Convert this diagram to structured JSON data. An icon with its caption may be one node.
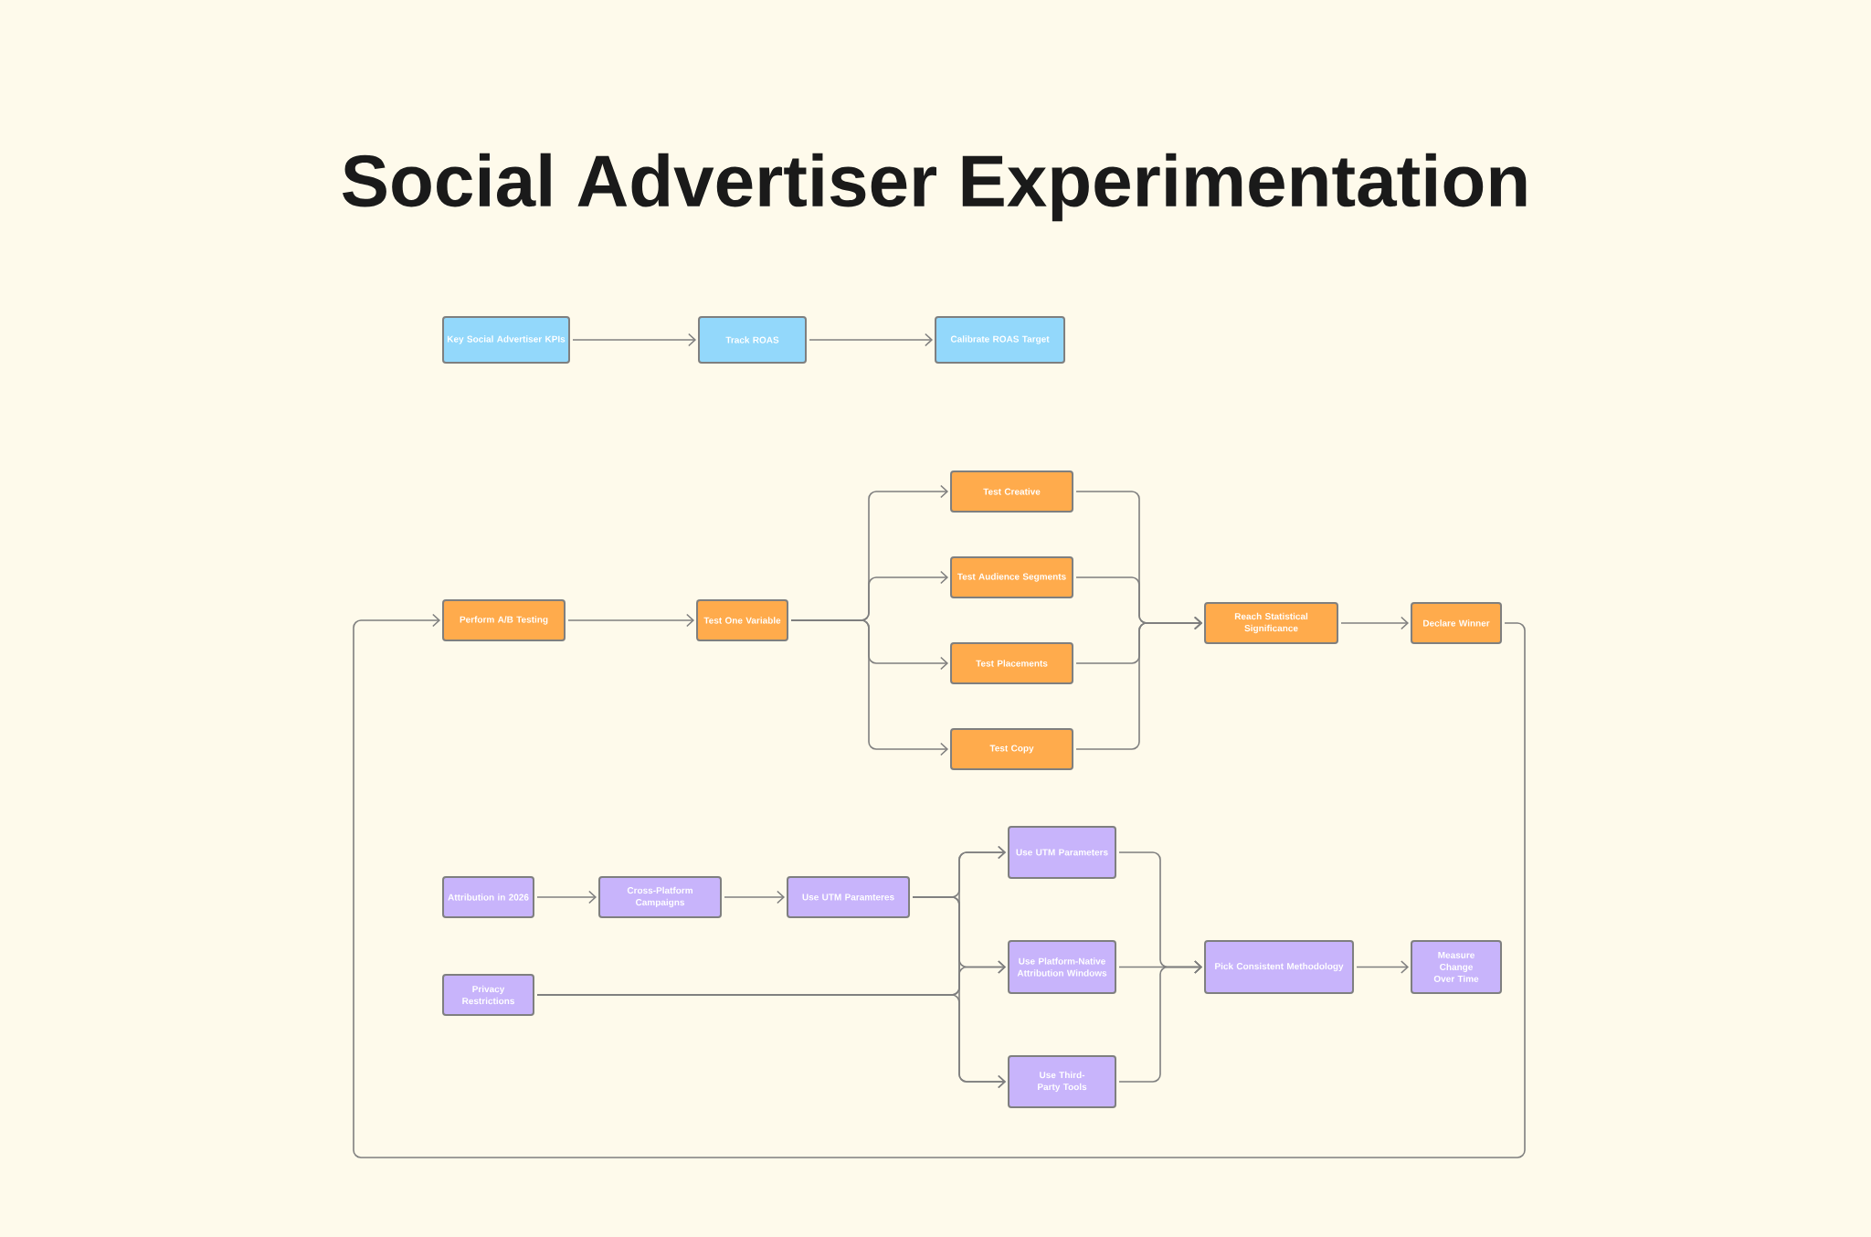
{
  "diagram": {
    "title": "Social Advertiser Experimentation",
    "nodes": [
      {
        "text": [
          "Key Social Advertiser KPIs"
        ]
      },
      {
        "text": [
          "Track ROAS"
        ]
      },
      {
        "text": [
          "Calibrate ROAS Target"
        ]
      },
      {
        "text": [
          "Perform A/B Testing"
        ]
      },
      {
        "text": [
          "Test One Variable"
        ]
      },
      {
        "text": [
          "Test Creative"
        ]
      },
      {
        "text": [
          "Test Audience Segments"
        ]
      },
      {
        "text": [
          "Test Placements"
        ]
      },
      {
        "text": [
          "Test Copy"
        ]
      },
      {
        "text": [
          "Reach Statistical Significance"
        ]
      },
      {
        "text": [
          "Declare Winner"
        ]
      },
      {
        "text": [
          "Attribution in 2026"
        ]
      },
      {
        "text": [
          "Cross-Platform Campaigns"
        ]
      },
      {
        "text": [
          "Use UTM Paramteres"
        ]
      },
      {
        "text": [
          "Privacy Restrictions"
        ]
      },
      {
        "text": [
          "Use UTM Parameters"
        ]
      },
      {
        "text": [
          "Use Platform-Native Attribution Windows"
        ]
      },
      {
        "text": [
          "Use Third-Party Tools"
        ]
      },
      {
        "text": [
          "Pick Consistent Methodology"
        ]
      },
      {
        "text": [
          "Measure Change Over Time"
        ]
      }
    ],
    "edges": [
      {
        "from": 0,
        "to": 1,
        "arrow": "to"
      },
      {
        "from": 1,
        "to": 2,
        "arrow": "to"
      },
      {
        "from": 3,
        "to": 4,
        "arrow": "to"
      },
      {
        "from": 4,
        "to": 5,
        "arrow": "to"
      },
      {
        "from": 4,
        "to": 6,
        "arrow": "to"
      },
      {
        "from": 4,
        "to": 7,
        "arrow": "to"
      },
      {
        "from": 4,
        "to": 8,
        "arrow": "to"
      },
      {
        "from": 5,
        "to": 9,
        "arrow": "to"
      },
      {
        "from": 6,
        "to": 9,
        "arrow": "to"
      },
      {
        "from": 7,
        "to": 9,
        "arrow": "to"
      },
      {
        "from": 8,
        "to": 9,
        "arrow": "to"
      },
      {
        "from": 9,
        "to": 10,
        "arrow": "to"
      },
      {
        "from": 10,
        "to": 3,
        "arrow": "to"
      },
      {
        "from": 11,
        "to": 12,
        "arrow": "to"
      },
      {
        "from": 12,
        "to": 13,
        "arrow": "to"
      },
      {
        "from": 13,
        "to": 15,
        "arrow": "to"
      },
      {
        "from": 13,
        "to": 16,
        "arrow": "to"
      },
      {
        "from": 13,
        "to": 17,
        "arrow": "to"
      },
      {
        "from": 14,
        "to": 15,
        "arrow": "to"
      },
      {
        "from": 14,
        "to": 16,
        "arrow": "to"
      },
      {
        "from": 14,
        "to": 17,
        "arrow": "to"
      },
      {
        "from": 15,
        "to": 18,
        "arrow": "to"
      },
      {
        "from": 16,
        "to": 18,
        "arrow": "to"
      },
      {
        "from": 17,
        "to": 18,
        "arrow": "to"
      },
      {
        "from": 18,
        "to": 19,
        "arrow": "to"
      }
    ]
  }
}
